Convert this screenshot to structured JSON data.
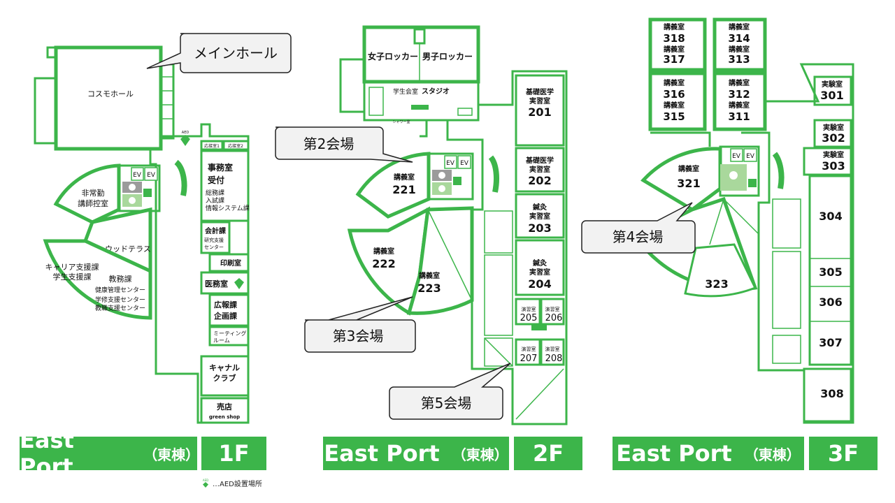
{
  "floor1": {
    "building_label": "East Port",
    "building_sub": "（東棟）",
    "floor_label": "1F",
    "rooms": {
      "cosmo_hall": "コスモホール",
      "part_time_1": "非常勤",
      "part_time_2": "講師控室",
      "wood_terrace": "ウッドテラス",
      "career_1": "キャリア支援課",
      "career_2": "学生支援課",
      "academic": "教務課",
      "health": "健康管理センター",
      "gakushu": "学修支援センター",
      "kyoshoku": "教職支援センター",
      "ousetsu1": "応接室1",
      "ousetsu2": "応接室2",
      "jimu": "事務室",
      "uketsuke": "受付",
      "soumu": "総務課",
      "nyushi": "入試課",
      "joho": "情報システム課",
      "kaikei": "会計課",
      "kenkyu1": "研究支援",
      "kenkyu2": "センター",
      "insatsu": "印刷室",
      "imu": "医務室",
      "kouhou": "広報課",
      "kikaku": "企画課",
      "meeting1": "ミーティング",
      "meeting2": "ルーム",
      "canal1": "キャナル",
      "canal2": "クラブ",
      "baiten": "売店",
      "green_shop": "green shop",
      "ev1": "EV",
      "ev2": "EV",
      "aed": "AED"
    }
  },
  "floor2": {
    "building_label": "East Port",
    "building_sub": "（東棟）",
    "floor_label": "2F",
    "rooms": {
      "women_locker": "女子ロッカー",
      "men_locker": "男子ロッカー",
      "student_assoc": "学生会室",
      "studio": "スタジオ",
      "shower": "シャワー室",
      "r221_kind": "講義室",
      "r221": "221",
      "r222_kind": "講義室",
      "r222": "222",
      "r223_kind": "講義室",
      "r223": "223",
      "r201_kind1": "基礎医学",
      "r201_kind2": "実習室",
      "r201": "201",
      "r202_kind1": "基礎医学",
      "r202_kind2": "実習室",
      "r202": "202",
      "r203_kind1": "鍼灸",
      "r203_kind2": "実習室",
      "r203": "203",
      "r204_kind1": "鍼灸",
      "r204_kind2": "実習室",
      "r204": "204",
      "r205_kind": "演習室",
      "r205": "205",
      "r206_kind": "演習室",
      "r206": "206",
      "r207_kind": "演習室",
      "r207": "207",
      "r208_kind": "演習室",
      "r208": "208",
      "ev1": "EV",
      "ev2": "EV"
    }
  },
  "floor3": {
    "building_label": "East Port",
    "building_sub": "（東棟）",
    "floor_label": "3F",
    "rooms": {
      "lec": "講義室",
      "r318": "318",
      "r317": "317",
      "r314": "314",
      "r313": "313",
      "r316": "316",
      "r315": "315",
      "r312": "312",
      "r311": "311",
      "r321": "321",
      "r323": "323",
      "lab": "実験室",
      "r301": "301",
      "r302": "302",
      "r303": "303",
      "r304": "304",
      "r305": "305",
      "r306": "306",
      "r307": "307",
      "r308": "308",
      "ev1": "EV",
      "ev2": "EV"
    }
  },
  "callouts": {
    "main_hall": "メインホール",
    "venue2": "第2会場",
    "venue3": "第3会場",
    "venue4": "第4会場",
    "venue5": "第5会場"
  },
  "legend": {
    "text": "…AED設置場所",
    "icon_text": "AED"
  },
  "colors": {
    "wall_green": "#3cb54a",
    "restroom_green": "#a9d89c",
    "gray_block": "#9b9b9b",
    "callout_fill": "#f2f2f2"
  }
}
